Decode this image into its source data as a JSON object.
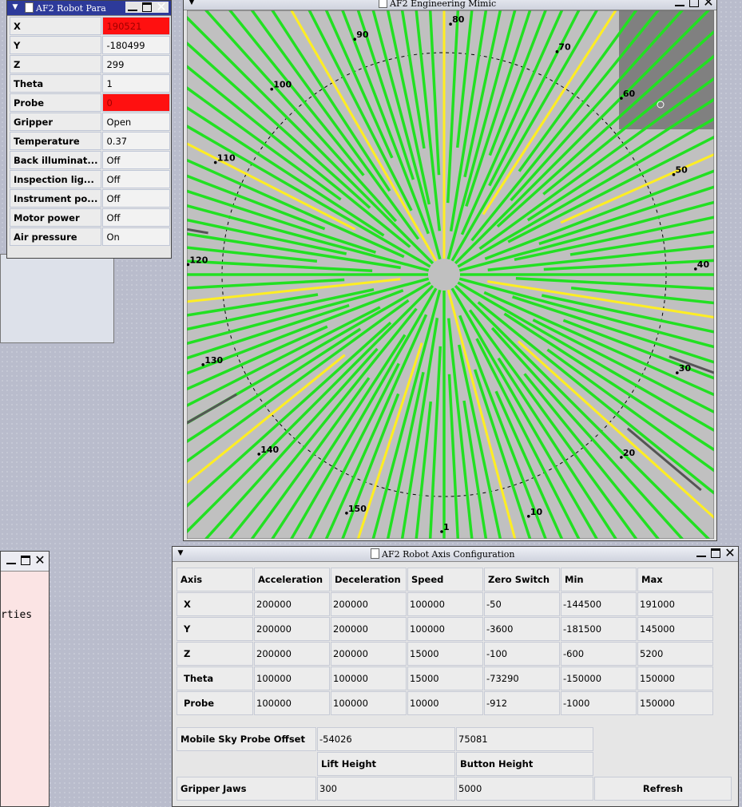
{
  "params_window": {
    "title": "AF2 Robot Para",
    "rows": [
      {
        "key": "X",
        "value": "190521",
        "alert": true
      },
      {
        "key": "Y",
        "value": "-180499",
        "alert": false
      },
      {
        "key": "Z",
        "value": "299",
        "alert": false
      },
      {
        "key": "Theta",
        "value": "1",
        "alert": false
      },
      {
        "key": "Probe",
        "value": "0",
        "alert": true
      },
      {
        "key": "Gripper",
        "value": "Open",
        "alert": false
      },
      {
        "key": "Temperature",
        "value": "0.37",
        "alert": false
      },
      {
        "key": "Back illuminat...",
        "value": "Off",
        "alert": false
      },
      {
        "key": "Inspection lig...",
        "value": "Off",
        "alert": false
      },
      {
        "key": "Instrument po...",
        "value": "Off",
        "alert": false
      },
      {
        "key": "Motor power",
        "value": "Off",
        "alert": false
      },
      {
        "key": "Air pressure",
        "value": "On",
        "alert": false
      }
    ]
  },
  "left_window": {
    "partial_text": "rties"
  },
  "mimic_window": {
    "title": "AF2 Engineering Mimic",
    "labels": [
      {
        "t": "1",
        "a": 180
      },
      {
        "t": "10",
        "a": 160
      },
      {
        "t": "20",
        "a": 135
      },
      {
        "t": "30",
        "a": 112
      },
      {
        "t": "40",
        "a": 88
      },
      {
        "t": "50",
        "a": 66
      },
      {
        "t": "60",
        "a": 45
      },
      {
        "t": "70",
        "a": 27
      },
      {
        "t": "80",
        "a": 2
      },
      {
        "t": "90",
        "a": -20
      },
      {
        "t": "100",
        "a": -42
      },
      {
        "t": "110",
        "a": -63
      },
      {
        "t": "120",
        "a": -87
      },
      {
        "t": "130",
        "a": -110
      },
      {
        "t": "140",
        "a": -134
      },
      {
        "t": "150",
        "a": -158
      }
    ],
    "colors": {
      "bg": "#c0c0c0",
      "spoke": "#22e022",
      "highlight": "#ffee22",
      "marker": "#555555"
    }
  },
  "axis_window": {
    "title": "AF2 Robot Axis Configuration",
    "columns": [
      "Axis",
      "Acceleration",
      "Deceleration",
      "Speed",
      "Zero Switch",
      "Min",
      "Max"
    ],
    "rows": [
      [
        "X",
        "200000",
        "200000",
        "100000",
        "-50",
        "-144500",
        "191000"
      ],
      [
        "Y",
        "200000",
        "200000",
        "100000",
        "-3600",
        "-181500",
        "145000"
      ],
      [
        "Z",
        "200000",
        "200000",
        "15000",
        "-100",
        "-600",
        "5200"
      ],
      [
        "Theta",
        "100000",
        "100000",
        "15000",
        "-73290",
        "-150000",
        "150000"
      ],
      [
        "Probe",
        "100000",
        "100000",
        "10000",
        "-912",
        "-1000",
        "150000"
      ]
    ],
    "probe_offset_label": "Mobile Sky Probe Offset",
    "probe_offset_x": "-54026",
    "probe_offset_y": "75081",
    "lift_height_label": "Lift Height",
    "button_height_label": "Button Height",
    "gripper_jaws_label": "Gripper Jaws",
    "lift_height": "300",
    "button_height": "5000",
    "refresh_label": "Refresh"
  }
}
